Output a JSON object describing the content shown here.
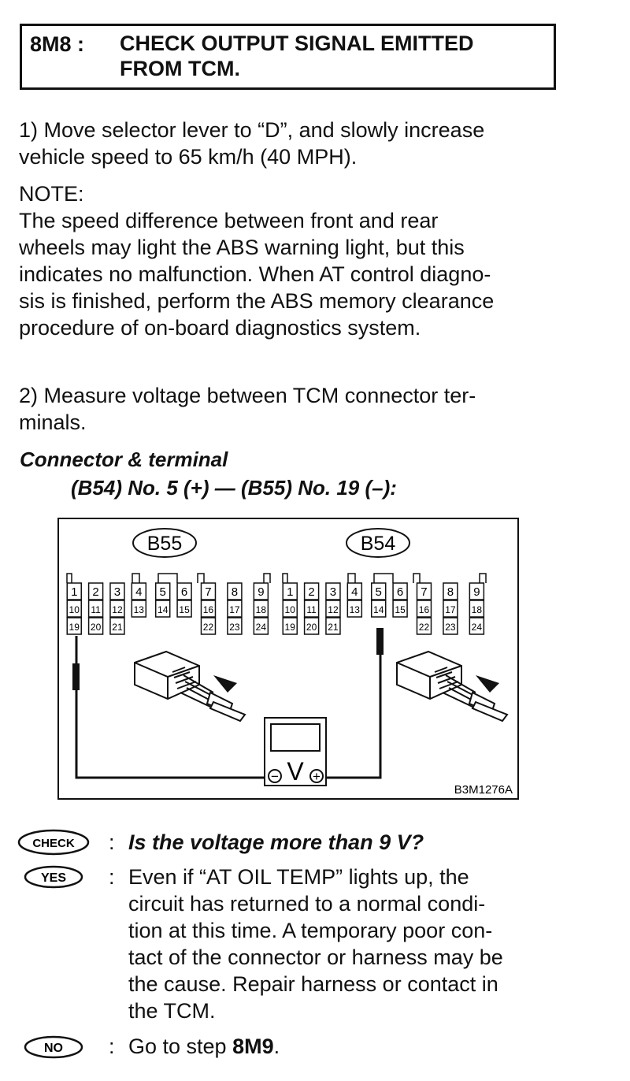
{
  "header": {
    "code": "8M8 :",
    "title_line1": "CHECK OUTPUT SIGNAL EMITTED",
    "title_line2": "FROM TCM."
  },
  "step1": {
    "line1": "1)  Move selector lever to “D”, and slowly increase",
    "line2": "vehicle speed to 65 km/h (40 MPH)."
  },
  "note": {
    "label": "NOTE:",
    "lines": [
      "The speed difference between front and rear",
      "wheels may light the ABS warning light, but this",
      "indicates no malfunction. When AT control diagno-",
      "sis is finished, perform the ABS memory clearance",
      "procedure of on-board diagnostics system."
    ]
  },
  "step2": {
    "line1": "2)  Measure voltage between TCM connector ter-",
    "line2": "minals."
  },
  "connector": {
    "title": "Connector & terminal",
    "spec": "(B54) No. 5 (+) — (B55) No. 19 (–):"
  },
  "figure": {
    "left_connector": "B55",
    "right_connector": "B54",
    "figure_id": "B3M1276A",
    "meter_symbol": "V",
    "minus_symbol": "−",
    "plus_symbol": "+",
    "terminals_row1": [
      "1",
      "2",
      "3",
      "4",
      "5",
      "6",
      "7",
      "8",
      "9"
    ],
    "terminals_row2": [
      "10",
      "11",
      "12",
      "13",
      "14",
      "15",
      "16",
      "17",
      "18"
    ],
    "terminals_row3": [
      "19",
      "20",
      "21",
      "22",
      "23",
      "24"
    ]
  },
  "check": {
    "badge": "CHECK",
    "colon": ":",
    "question": "Is the voltage more than 9 V?"
  },
  "yes": {
    "badge": "YES",
    "colon": ":",
    "lines": [
      "Even if “AT OIL TEMP” lights up, the",
      "circuit has returned to a normal condi-",
      "tion at this time. A temporary poor con-",
      "tact of the connector or harness may be",
      "the cause. Repair harness or contact in",
      "the TCM."
    ]
  },
  "no": {
    "badge": "NO",
    "colon": ":",
    "text": "Go to step ",
    "step": "8M9",
    "end": "."
  }
}
